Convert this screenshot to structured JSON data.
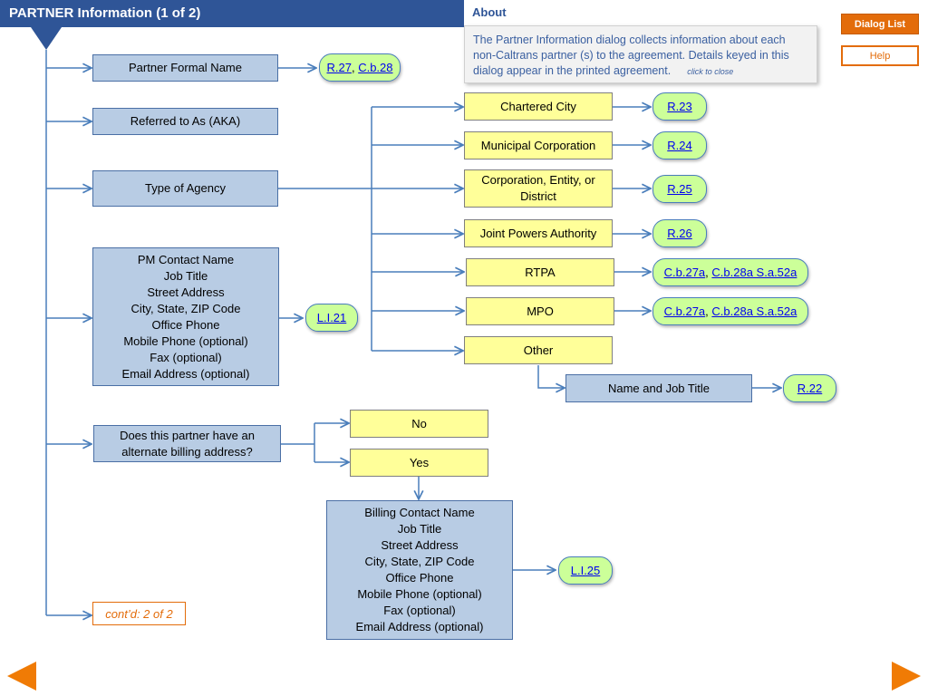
{
  "header": {
    "title": "PARTNER Information (1 of 2)"
  },
  "about": {
    "title": "About",
    "text": "The Partner Information dialog collects information about each non-Caltrans partner (s) to the agreement. Details keyed in this dialog appear in the printed agreement.",
    "close": "click to close"
  },
  "buttons": {
    "dialog_list": "Dialog List",
    "help": "Help"
  },
  "nodes": {
    "formal_name": "Partner Formal Name",
    "aka": "Referred to As (AKA)",
    "agency_type": "Type of Agency",
    "pm_contact": [
      "PM Contact Name",
      "Job Title",
      "Street Address",
      "City, State, ZIP Code",
      "Office Phone",
      "Mobile Phone (optional)",
      "Fax (optional)",
      "Email Address (optional)"
    ],
    "alt_billing": "Does this partner have an alternate billing address?",
    "chartered_city": "Chartered City",
    "municipal_corp": "Municipal Corporation",
    "corp_entity": "Corporation, Entity, or District",
    "joint_powers": "Joint Powers Authority",
    "rtpa": "RTPA",
    "mpo": "MPO",
    "other": "Other",
    "name_job": "Name and Job Title",
    "no": "No",
    "yes": "Yes",
    "billing_contact": [
      "Billing Contact Name",
      "Job Title",
      "Street Address",
      "City, State, ZIP Code",
      "Office Phone",
      "Mobile Phone (optional)",
      "Fax (optional)",
      "Email Address (optional)"
    ]
  },
  "refs": {
    "formal_name": [
      "R.27",
      "C.b.28"
    ],
    "pm_contact": [
      "L.I.21"
    ],
    "chartered_city": [
      "R.23"
    ],
    "municipal_corp": [
      "R.24"
    ],
    "corp_entity": [
      "R.25"
    ],
    "joint_powers": [
      "R.26"
    ],
    "rtpa": [
      "C.b.27a",
      "C.b.28a S.a.52a"
    ],
    "mpo": [
      "C.b.27a",
      "C.b.28a S.a.52a"
    ],
    "name_job": [
      "R.22"
    ],
    "billing_contact": [
      "L.I.25"
    ]
  },
  "contd": "cont’d: 2 of 2",
  "colors": {
    "header": "#2f5597",
    "accent": "#e36c0a",
    "node_blue": "#b8cce4",
    "node_yellow": "#ffff99",
    "ref_green": "#ccff99",
    "connector": "#4a7ebb"
  }
}
